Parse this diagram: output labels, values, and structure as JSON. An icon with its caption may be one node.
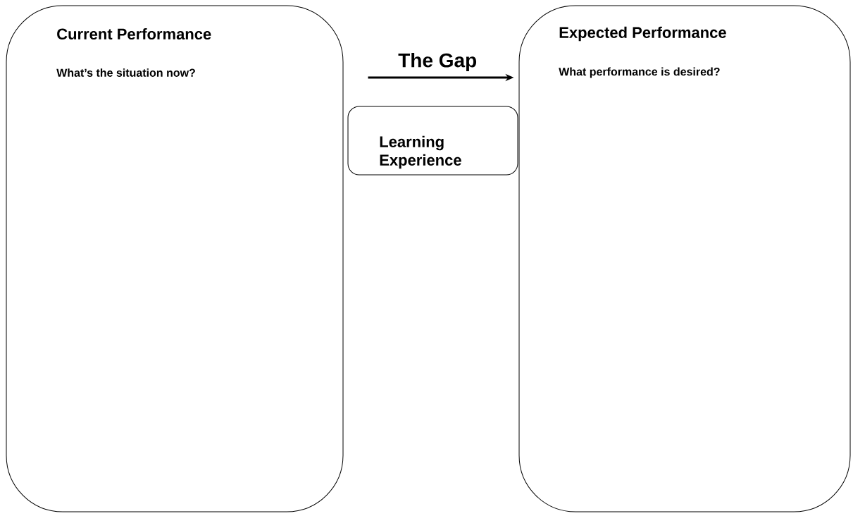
{
  "diagram": {
    "nodes": [
      {
        "text": [
          "Current Performance",
          "What’s the situation now?"
        ]
      },
      {
        "text": [
          "Expected Performance",
          "What performance is desired?"
        ]
      },
      {
        "text": [
          "Learning Experience"
        ]
      }
    ],
    "edges": [
      {
        "from": 0,
        "to": 1,
        "arrow": "to",
        "label": "The Gap"
      }
    ]
  }
}
